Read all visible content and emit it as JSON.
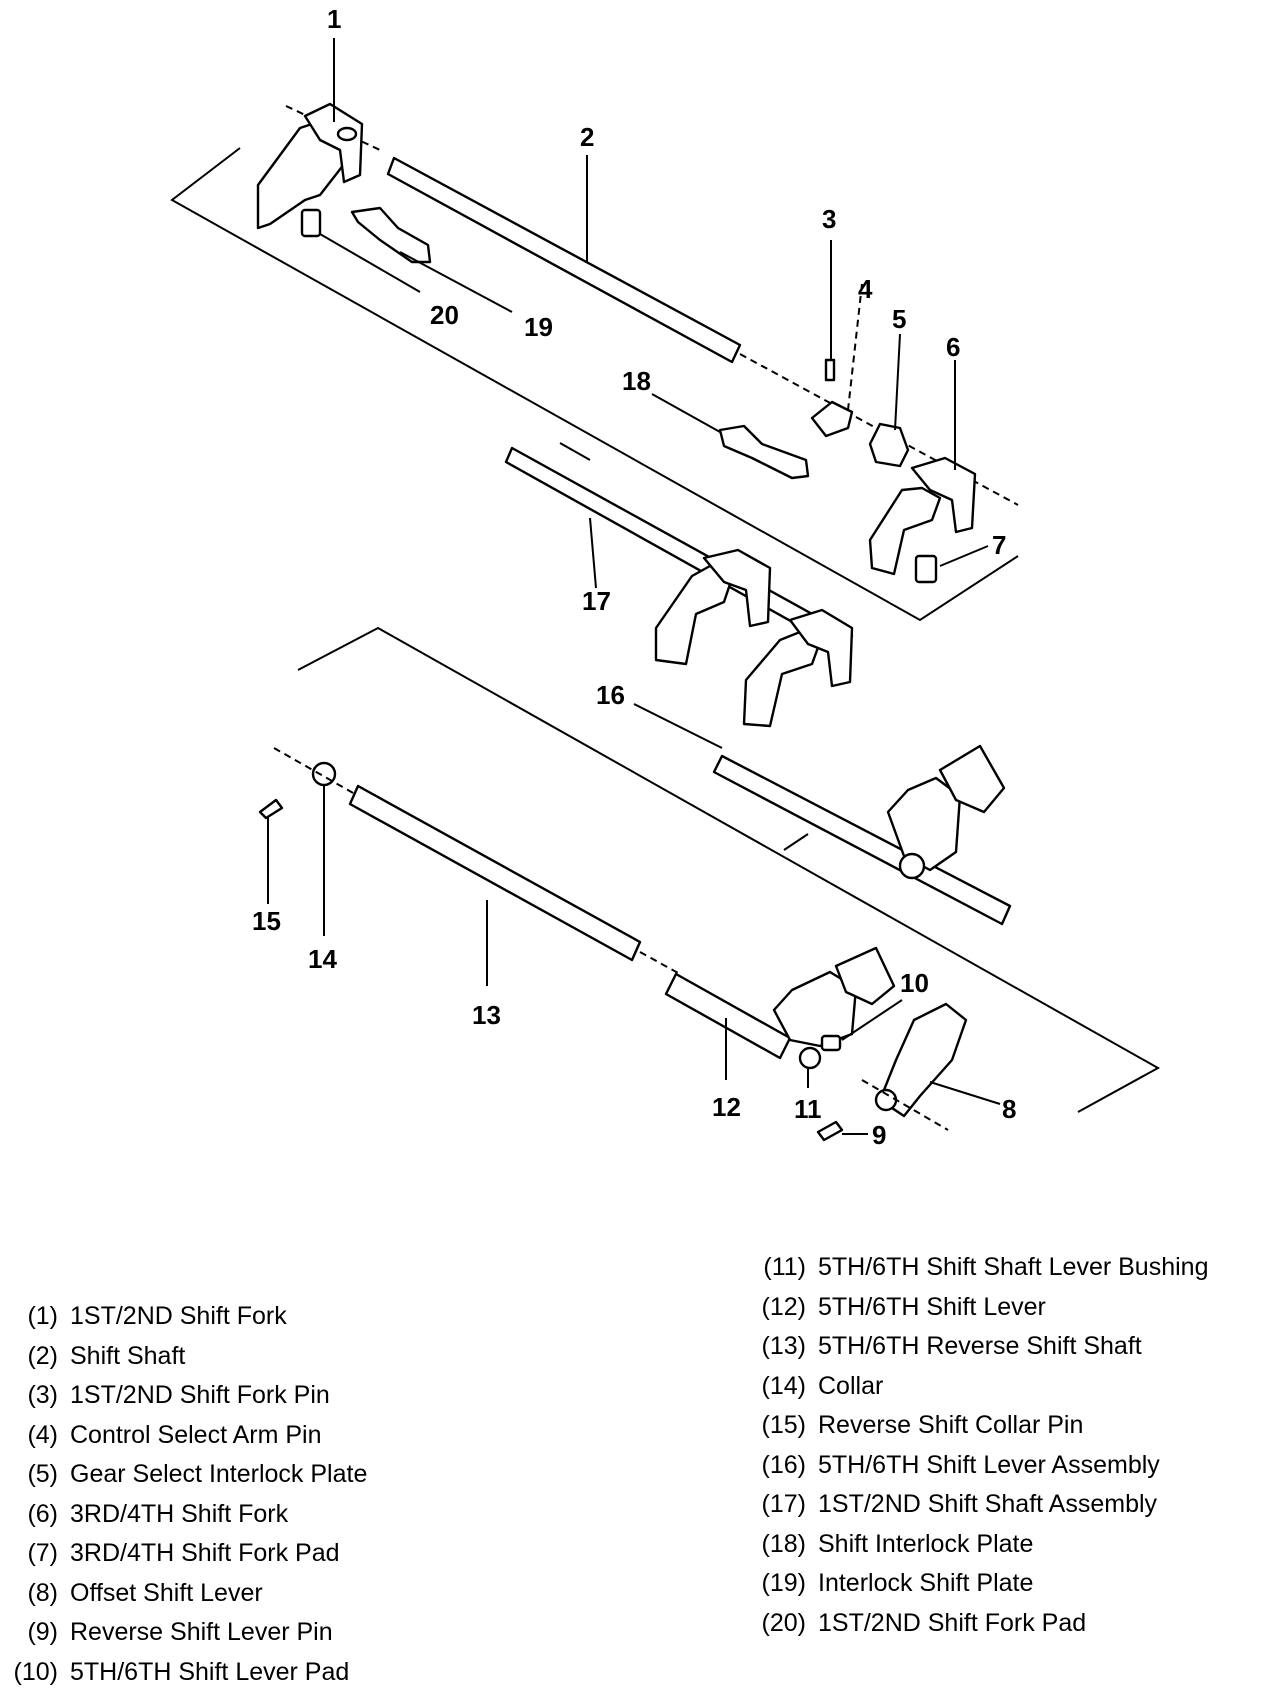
{
  "callouts": [
    "1",
    "2",
    "3",
    "4",
    "5",
    "6",
    "7",
    "8",
    "9",
    "10",
    "11",
    "12",
    "13",
    "14",
    "15",
    "16",
    "17",
    "18",
    "19",
    "20"
  ],
  "legend": {
    "left": [
      {
        "num": "(1)",
        "label": "1ST/2ND Shift Fork"
      },
      {
        "num": "(2)",
        "label": "Shift Shaft"
      },
      {
        "num": "(3)",
        "label": "1ST/2ND Shift Fork Pin"
      },
      {
        "num": "(4)",
        "label": "Control Select Arm Pin"
      },
      {
        "num": "(5)",
        "label": "Gear Select Interlock Plate"
      },
      {
        "num": "(6)",
        "label": "3RD/4TH Shift Fork"
      },
      {
        "num": "(7)",
        "label": "3RD/4TH Shift Fork Pad"
      },
      {
        "num": "(8)",
        "label": "Offset Shift Lever"
      },
      {
        "num": "(9)",
        "label": "Reverse Shift Lever Pin"
      },
      {
        "num": "(10)",
        "label": "5TH/6TH Shift Lever Pad"
      }
    ],
    "right": [
      {
        "num": "(11)",
        "label": "5TH/6TH Shift Shaft Lever Bushing"
      },
      {
        "num": "(12)",
        "label": "5TH/6TH Shift Lever"
      },
      {
        "num": "(13)",
        "label": "5TH/6TH Reverse Shift Shaft"
      },
      {
        "num": "(14)",
        "label": "Collar"
      },
      {
        "num": "(15)",
        "label": "Reverse Shift Collar Pin"
      },
      {
        "num": "(16)",
        "label": "5TH/6TH Shift Lever Assembly"
      },
      {
        "num": "(17)",
        "label": "1ST/2ND Shift Shaft Assembly"
      },
      {
        "num": "(18)",
        "label": "Shift Interlock Plate"
      },
      {
        "num": "(19)",
        "label": "Interlock Shift Plate"
      },
      {
        "num": "(20)",
        "label": "1ST/2ND Shift Fork Pad"
      }
    ]
  }
}
